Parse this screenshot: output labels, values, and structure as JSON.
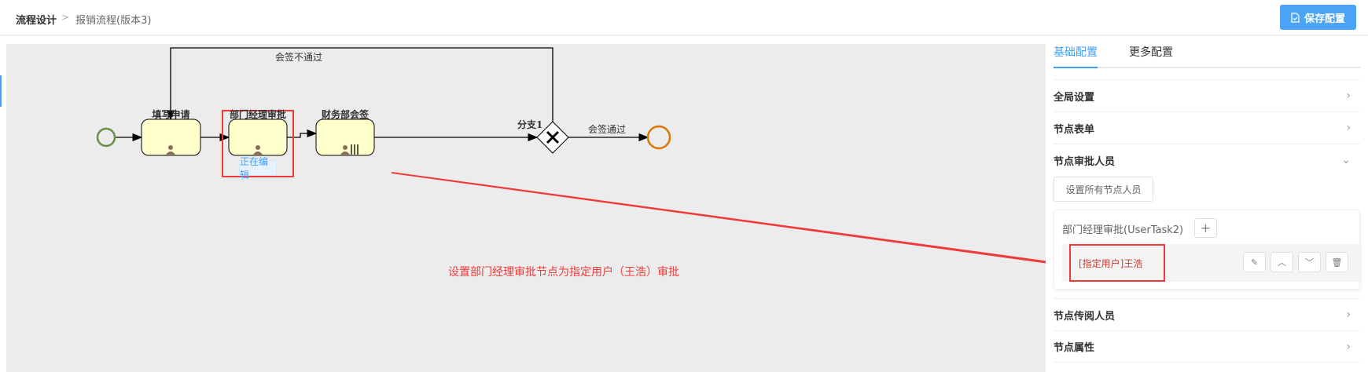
{
  "header": {
    "breadcrumb": [
      "流程设计",
      "报销流程(版本3)"
    ],
    "separator": ">",
    "save_label": "保存配置"
  },
  "diagram": {
    "tasks": [
      "填写申请",
      "部门经理审批",
      "财务部会签"
    ],
    "editing_badge": "正在编辑",
    "gateway_label": "分支1",
    "flow_reject_label": "会签不通过",
    "flow_pass_label": "会签通过",
    "colors": {
      "start": "#6b8f46",
      "end": "#d97706",
      "task_fill": "#ffffcc",
      "highlight": "#f03a3a"
    }
  },
  "annotation": "设置部门经理审批节点为指定用户（王浩）审批",
  "panel": {
    "tabs": [
      "基础配置",
      "更多配置"
    ],
    "sections": [
      "全局设置",
      "节点表单",
      "节点审批人员",
      "节点传阅人员",
      "节点属性"
    ],
    "set_all_button": "设置所有节点人员",
    "card": {
      "title": "部门经理审批(UserTask2)",
      "assignee": "[指定用户]王浩"
    }
  }
}
